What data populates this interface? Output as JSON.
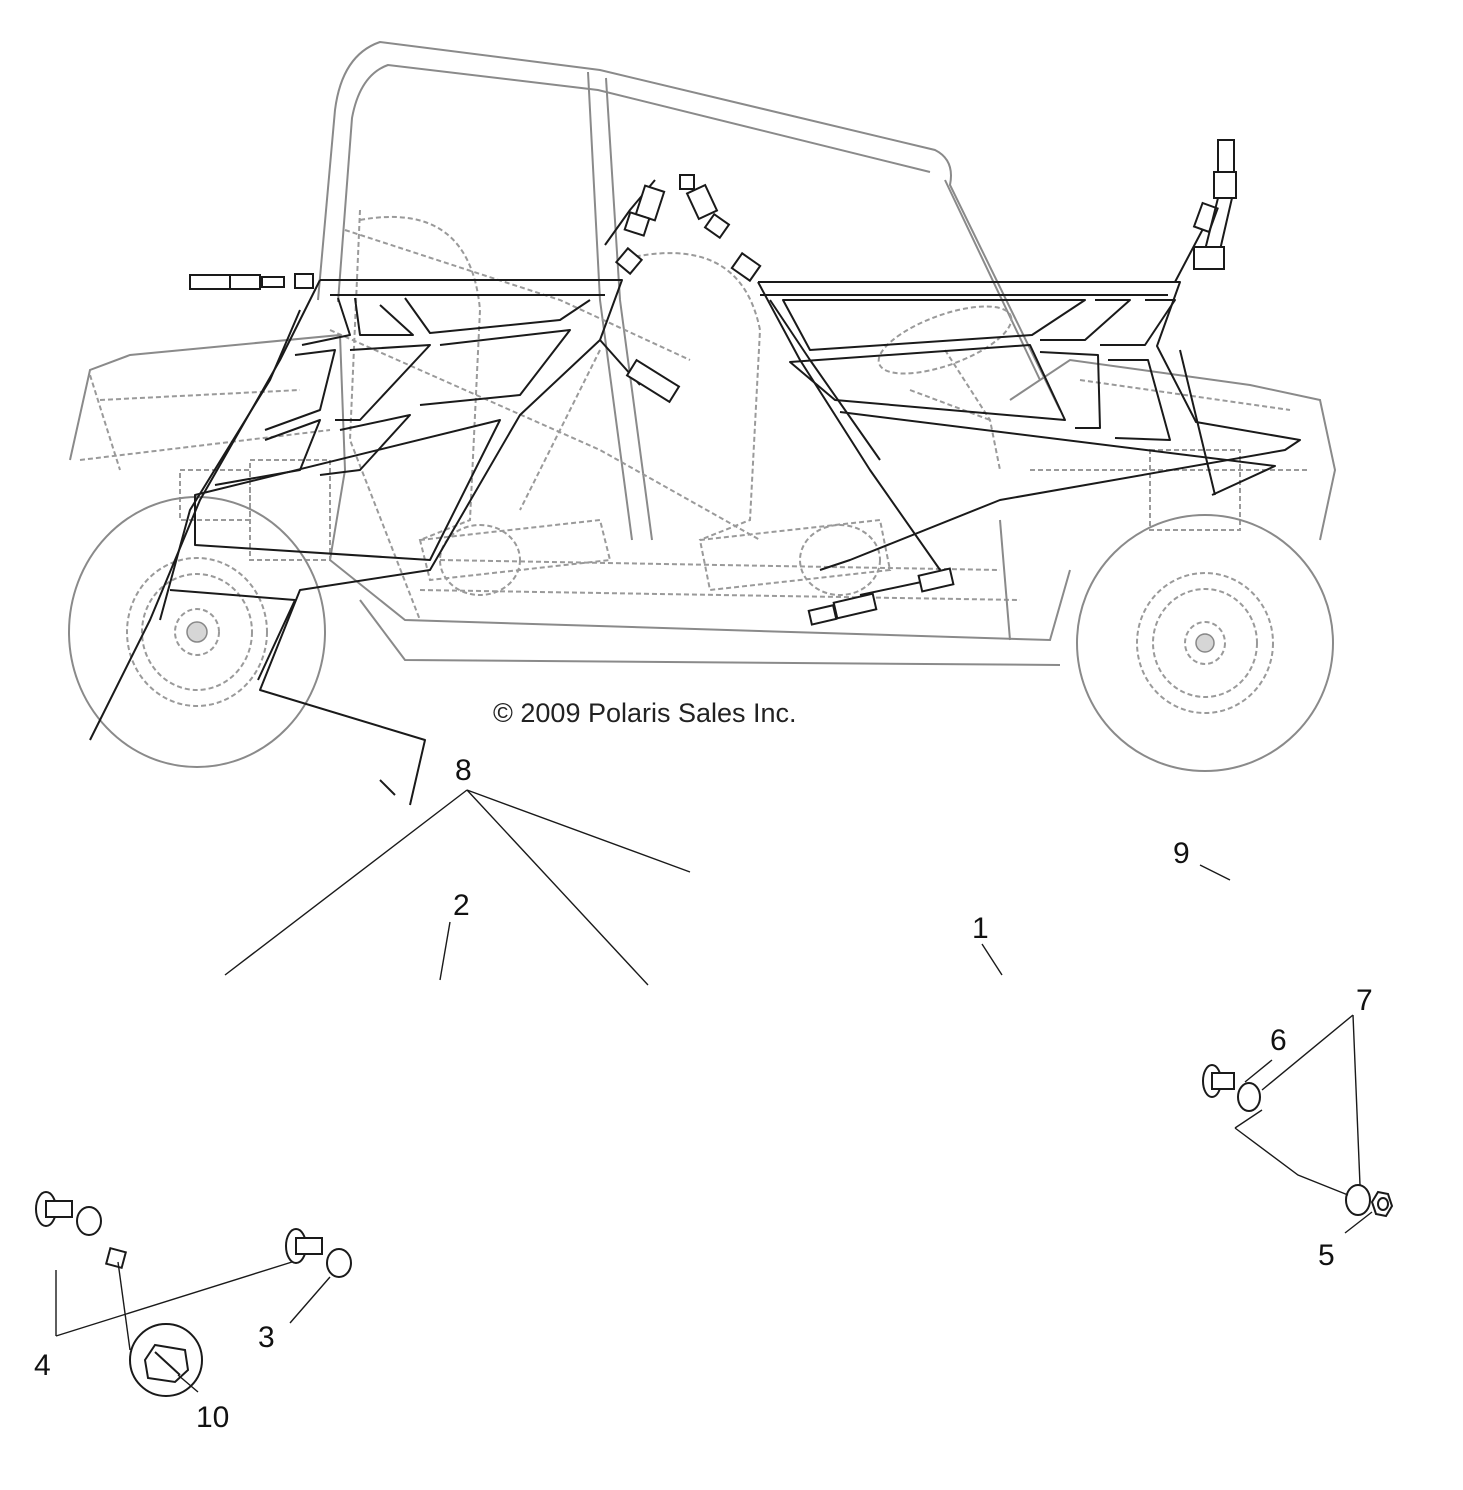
{
  "diagram": {
    "copyright": "© 2009 Polaris Sales Inc.",
    "callouts": [
      {
        "id": "1",
        "label": "1"
      },
      {
        "id": "2",
        "label": "2"
      },
      {
        "id": "3",
        "label": "3"
      },
      {
        "id": "4",
        "label": "4"
      },
      {
        "id": "5",
        "label": "5"
      },
      {
        "id": "6",
        "label": "6"
      },
      {
        "id": "7",
        "label": "7"
      },
      {
        "id": "8",
        "label": "8"
      },
      {
        "id": "9",
        "label": "9"
      },
      {
        "id": "10",
        "label": "10"
      }
    ],
    "colors": {
      "line": "#1a1a1a",
      "ghost": "#9a9a9a",
      "background": "#ffffff"
    }
  }
}
